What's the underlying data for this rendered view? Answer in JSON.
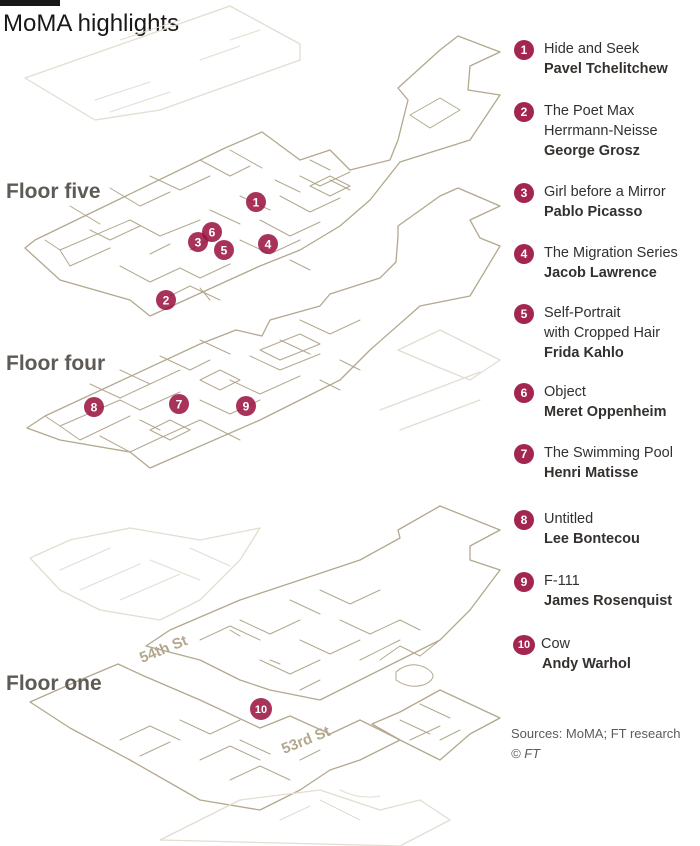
{
  "title": "MoMA highlights",
  "floors": {
    "five": "Floor five",
    "four": "Floor four",
    "one": "Floor one"
  },
  "streets": {
    "north": "54th St",
    "south": "53rd St"
  },
  "highlights": [
    {
      "num": "1",
      "title": "Hide and Seek",
      "artist": "Pavel Tchelitchew"
    },
    {
      "num": "2",
      "title": "The Poet Max\nHerrmann-Neisse",
      "artist": "George Grosz"
    },
    {
      "num": "3",
      "title": "Girl before a Mirror",
      "artist": "Pablo Picasso"
    },
    {
      "num": "4",
      "title": "The Migration Series",
      "artist": "Jacob Lawrence"
    },
    {
      "num": "5",
      "title": "Self-Portrait\nwith Cropped Hair",
      "artist": "Frida Kahlo"
    },
    {
      "num": "6",
      "title": "Object",
      "artist": "Meret Oppenheim"
    },
    {
      "num": "7",
      "title": "The Swimming Pool",
      "artist": "Henri Matisse"
    },
    {
      "num": "8",
      "title": "Untitled",
      "artist": "Lee Bontecou"
    },
    {
      "num": "9",
      "title": "F-111",
      "artist": "James Rosenquist"
    },
    {
      "num": "10",
      "title": "Cow",
      "artist": "Andy Warhol"
    }
  ],
  "sources": {
    "line": "Sources: MoMA; FT research",
    "credit": "© FT"
  },
  "colors": {
    "marker": "#990f3d",
    "plan_stroke": "#b3a88e",
    "plan_faint": "#e3ddd2",
    "floor_label": "#5e5a56"
  }
}
